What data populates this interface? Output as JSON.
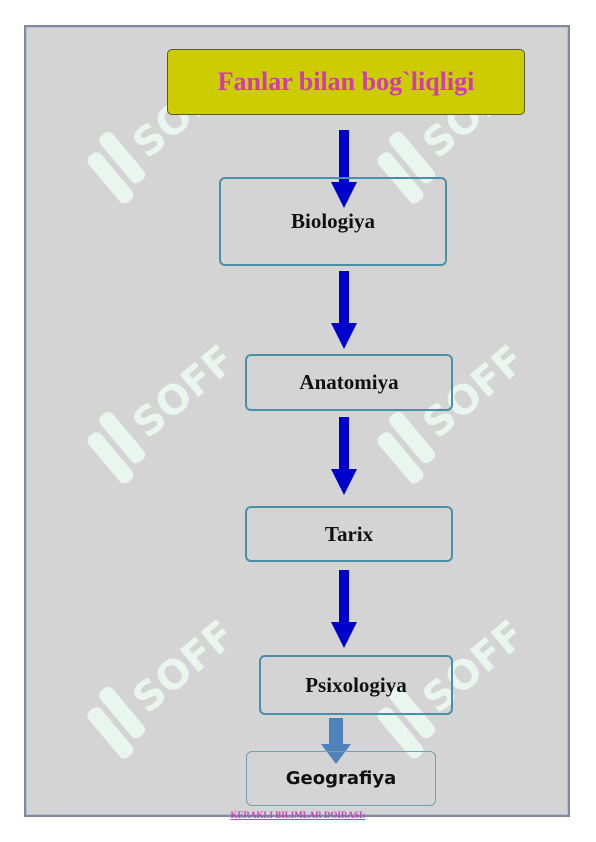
{
  "title": "Fanlar bilan bog`liqligi",
  "nodes": [
    {
      "label": "Biologiya"
    },
    {
      "label": "Anatomiya"
    },
    {
      "label": "Tarix"
    },
    {
      "label": "Psixologiya"
    },
    {
      "label": "Geografiya"
    }
  ],
  "footer": "KERAKLI BILIMLAR DOIRASI:",
  "watermark_text": "SOFF",
  "colors": {
    "page_background": "#d4d4d4",
    "title_fill": "#cccc00",
    "title_text": "#d13bb0",
    "node_border": "#4a8fa8",
    "arrow_fill": "#0000cc",
    "last_arrow_fill": "#4f81bd",
    "watermark": "#e6f7ef",
    "footer_text": "#c444b8"
  }
}
